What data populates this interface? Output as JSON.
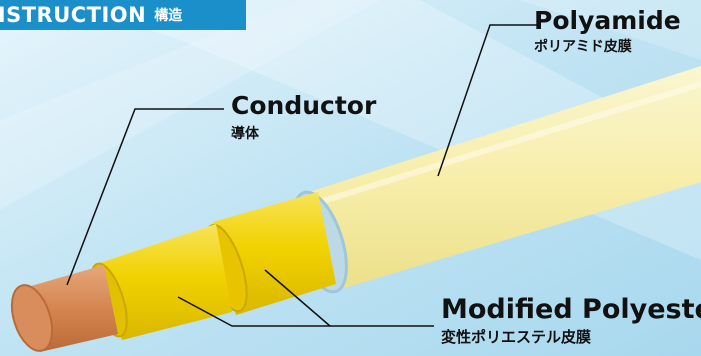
{
  "header": {
    "title_en": "NSTRUCTION",
    "title_jp": "構造"
  },
  "labels": {
    "conductor": {
      "en": "Conductor",
      "jp": "導体"
    },
    "polyamide": {
      "en": "Polyamide",
      "jp": "ポリアミド皮膜"
    },
    "modified_polyester": {
      "en": "Modified Polyester",
      "jp": "変性ポリエステル皮膜"
    }
  },
  "colors": {
    "background": "#c5e6f4",
    "header": "#1b8fca",
    "conductor": "#d9895a",
    "polyester": "#f2d500",
    "polyamide": "#f6efae",
    "leader_line": "#111111"
  }
}
